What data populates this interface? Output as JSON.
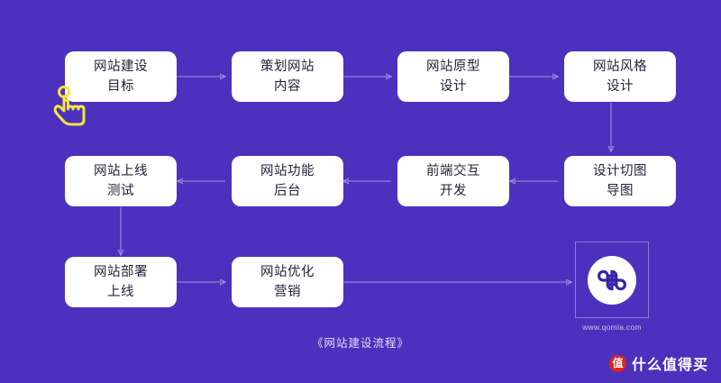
{
  "theme": {
    "background": "#4b31bd",
    "node_fill": "#ffffff",
    "node_text": "#22223a",
    "connector": "#a392e4",
    "cursor": "#f5e63d",
    "logo_purple": "#3a23a8",
    "watermark_red": "#e2231a"
  },
  "diagram": {
    "caption": "《网站建设流程》",
    "nodes": [
      {
        "id": "n1",
        "line1": "网站建设",
        "line2": "目标"
      },
      {
        "id": "n2",
        "line1": "策划网站",
        "line2": "内容"
      },
      {
        "id": "n3",
        "line1": "网站原型",
        "line2": "设计"
      },
      {
        "id": "n4",
        "line1": "网站风格",
        "line2": "设计"
      },
      {
        "id": "n5",
        "line1": "设计切图",
        "line2": "导图"
      },
      {
        "id": "n6",
        "line1": "前端交互",
        "line2": "开发"
      },
      {
        "id": "n7",
        "line1": "网站功能",
        "line2": "后台"
      },
      {
        "id": "n8",
        "line1": "网站上线",
        "line2": "测试"
      },
      {
        "id": "n9",
        "line1": "网站部署",
        "line2": "上线"
      },
      {
        "id": "n10",
        "line1": "网站优化",
        "line2": "营销"
      }
    ],
    "edges": [
      {
        "from": "n1",
        "to": "n2",
        "direction": "right"
      },
      {
        "from": "n2",
        "to": "n3",
        "direction": "right"
      },
      {
        "from": "n3",
        "to": "n4",
        "direction": "right"
      },
      {
        "from": "n4",
        "to": "n5",
        "direction": "down"
      },
      {
        "from": "n5",
        "to": "n6",
        "direction": "left"
      },
      {
        "from": "n6",
        "to": "n7",
        "direction": "left"
      },
      {
        "from": "n7",
        "to": "n8",
        "direction": "left"
      },
      {
        "from": "n8",
        "to": "n9",
        "direction": "down"
      },
      {
        "from": "n9",
        "to": "n10",
        "direction": "right"
      },
      {
        "from": "n10",
        "to": "logo",
        "direction": "right"
      }
    ]
  },
  "brand": {
    "url": "www.qomla.com",
    "logo_name": "qomla-clover-logo"
  },
  "watermark": {
    "badge": "值",
    "text": "什么值得买"
  },
  "cursor": {
    "name": "tap-hand-cursor"
  }
}
